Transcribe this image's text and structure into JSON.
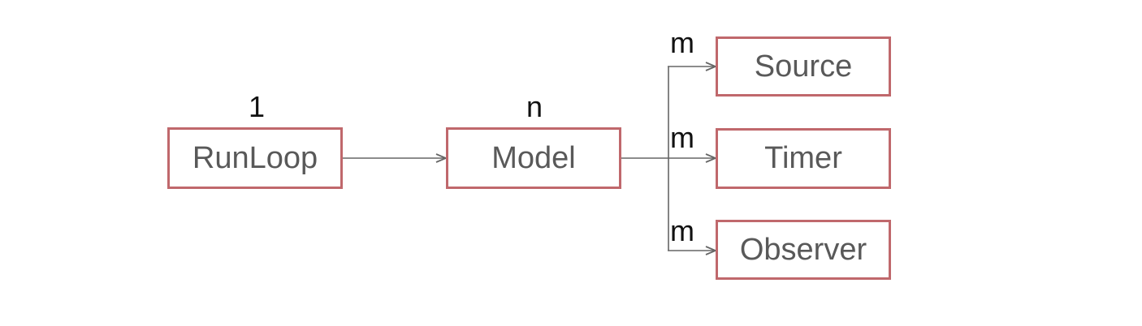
{
  "nodes": {
    "runloop": "RunLoop",
    "model": "Model",
    "source": "Source",
    "timer": "Timer",
    "observer": "Observer"
  },
  "multiplicities": {
    "runloop": "1",
    "model": "n",
    "source": "m",
    "timer": "m",
    "observer": "m"
  },
  "colors": {
    "box_border": "#c0686c",
    "box_text": "#595959",
    "connector": "#666666",
    "label_text": "#111111"
  }
}
